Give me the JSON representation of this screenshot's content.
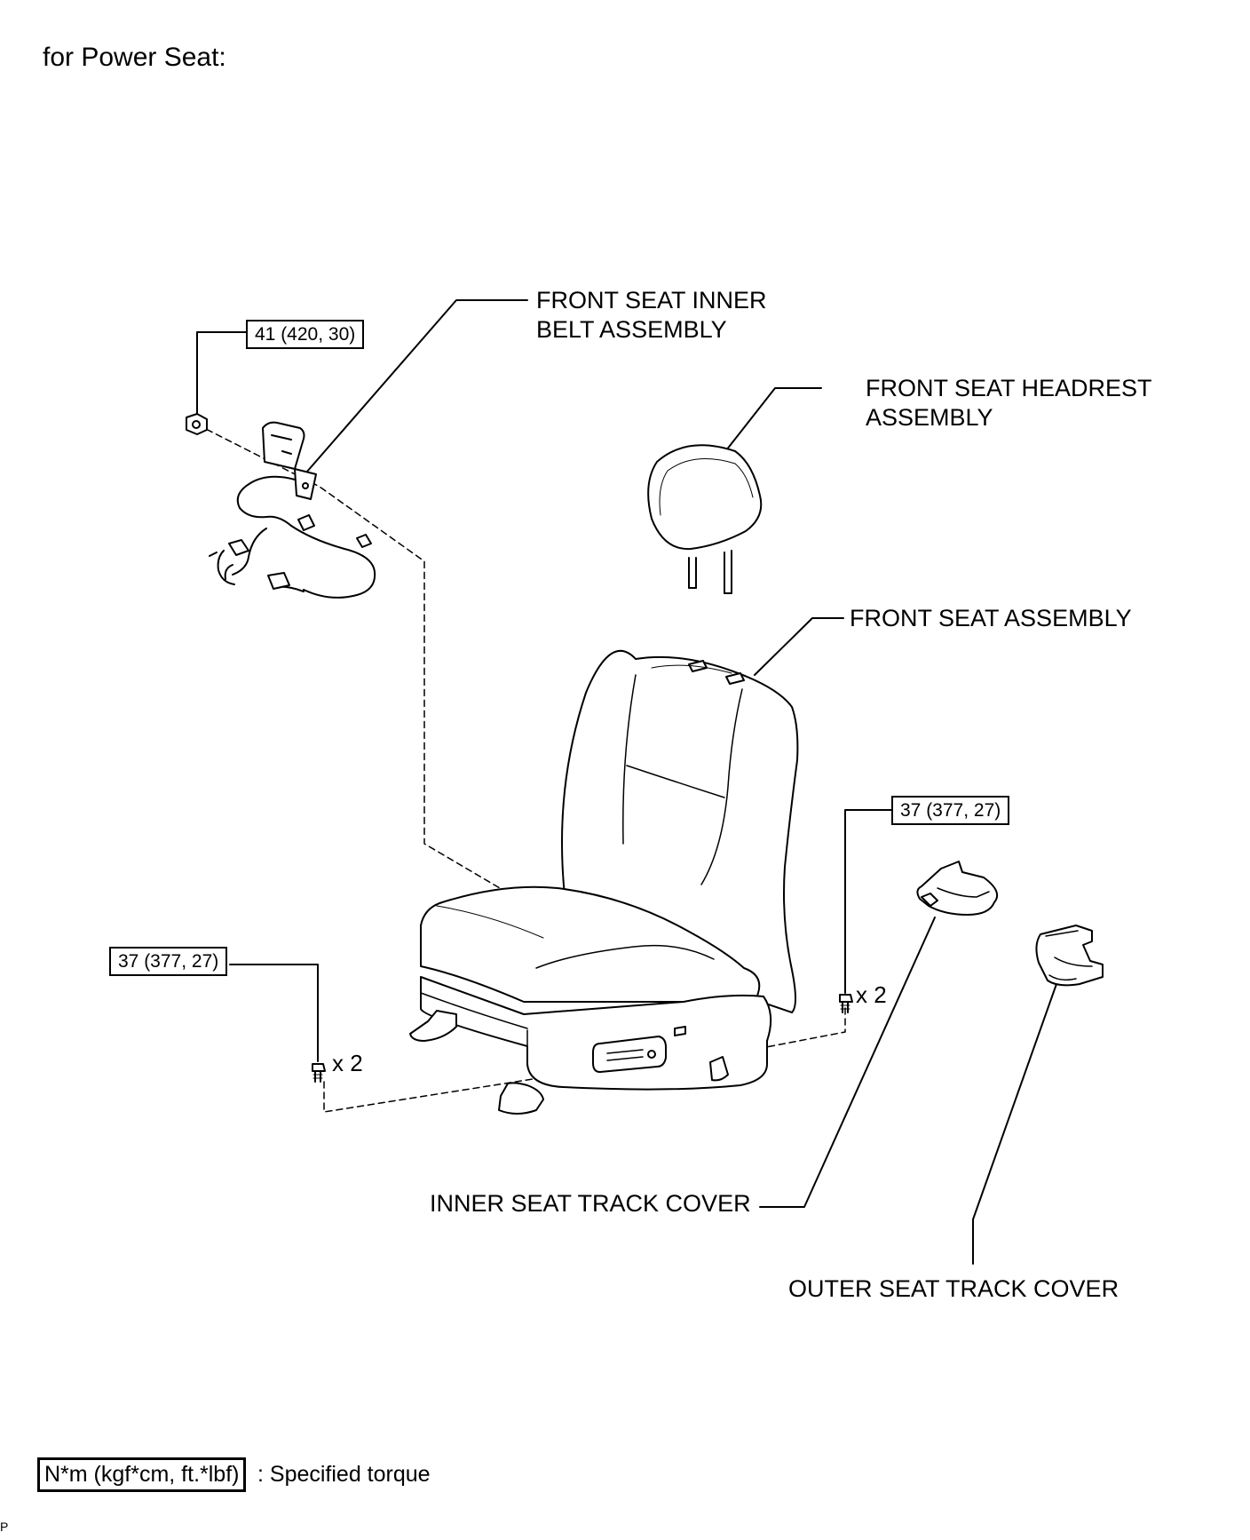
{
  "page": {
    "title": "for Power Seat:",
    "code": "P"
  },
  "callouts": {
    "inner_belt": "FRONT SEAT INNER\nBELT ASSEMBLY",
    "headrest": "FRONT SEAT HEADREST\nASSEMBLY",
    "seat": "FRONT SEAT ASSEMBLY",
    "inner_track_cover": "INNER SEAT TRACK COVER",
    "outer_track_cover": "OUTER SEAT TRACK COVER"
  },
  "torques": {
    "belt_nut": "41 (420, 30)",
    "right_bolts": "37 (377, 27)",
    "left_bolts": "37 (377, 27)"
  },
  "quantities": {
    "right_bolts": "x 2",
    "left_bolts": "x 2"
  },
  "legend": {
    "units": "N*m (kgf*cm, ft.*lbf)",
    "description": ": Specified torque"
  }
}
